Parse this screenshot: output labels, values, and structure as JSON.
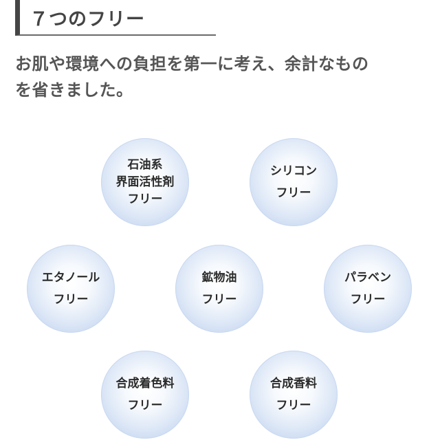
{
  "heading": {
    "title": "７つのフリー"
  },
  "lead": {
    "line1": "お肌や環境への負担を第一に考え、余計なもの",
    "line2": "を省きました。"
  },
  "circles": [
    {
      "lines": [
        "石油系",
        "界面活性剤",
        "フリー"
      ]
    },
    {
      "lines": [
        "シリコン",
        "フリー"
      ]
    },
    {
      "lines": [
        "エタノール",
        "フリー"
      ]
    },
    {
      "lines": [
        "鉱物油",
        "フリー"
      ]
    },
    {
      "lines": [
        "パラベン",
        "フリー"
      ]
    },
    {
      "lines": [
        "合成着色料",
        "フリー"
      ]
    },
    {
      "lines": [
        "合成香料",
        "フリー"
      ]
    }
  ],
  "colors": {
    "heading_bar": "#454545",
    "text": "#555555",
    "circle_edge": "#b8cdee"
  }
}
